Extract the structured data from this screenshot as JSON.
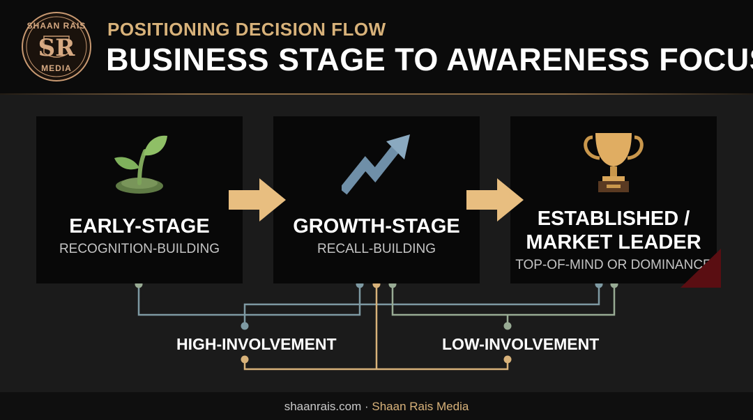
{
  "header": {
    "logo": {
      "top_text": "SHAAN RAIS",
      "monogram": "SR",
      "bottom_text": "MEDIA"
    },
    "subtitle": "POSITIONING DECISION FLOW",
    "title": "BUSINESS STAGE TO AWARENESS FOCUS"
  },
  "stages": [
    {
      "name": "EARLY-STAGE",
      "focus": "RECOGNITION-BUILDING",
      "icon": "sprout-icon"
    },
    {
      "name": "GROWTH-STAGE",
      "focus": "RECALL-BUILDING",
      "icon": "rising-arrow-icon"
    },
    {
      "name_line1": "ESTABLISHED /",
      "name_line2": "MARKET LEADER",
      "focus": "TOP-OF-MIND OR DOMINANCE",
      "icon": "trophy-icon"
    }
  ],
  "involvement": {
    "high": "HIGH-INVOLVEMENT",
    "low": "LOW-INVOLVEMENT"
  },
  "footer": {
    "url": "shaanrais.com",
    "separator": "·",
    "brand": "Shaan Rais Media"
  },
  "colors": {
    "background": "#1b1b1b",
    "panel": "#080808",
    "gold": "#d8b27a",
    "arrow": "#e8be80",
    "teal_line": "#7e9aa3",
    "olive_line": "#98ab94",
    "accent_red": "#5a0e12"
  }
}
